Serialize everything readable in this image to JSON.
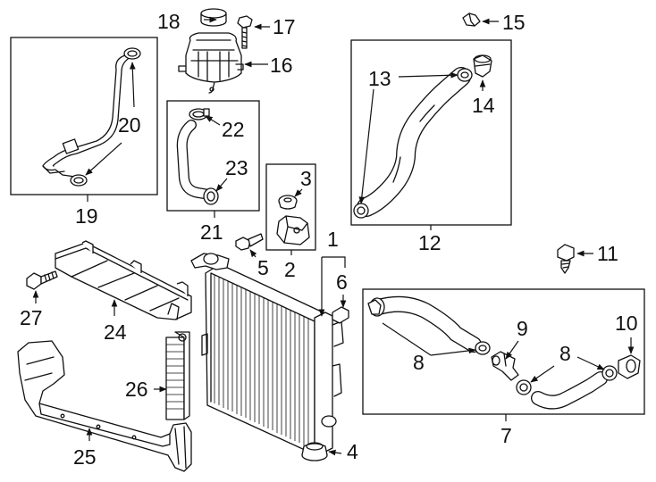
{
  "callouts": {
    "c1": "1",
    "c2": "2",
    "c3": "3",
    "c4": "4",
    "c5": "5",
    "c6": "6",
    "c7": "7",
    "c8a": "8",
    "c8b": "8",
    "c9": "9",
    "c10": "10",
    "c11": "11",
    "c12": "12",
    "c13": "13",
    "c14": "14",
    "c15": "15",
    "c16": "16",
    "c17": "17",
    "c18": "18",
    "c19": "19",
    "c20": "20",
    "c21": "21",
    "c22": "22",
    "c23": "23",
    "c24": "24",
    "c25": "25",
    "c26": "26",
    "c27": "27"
  }
}
